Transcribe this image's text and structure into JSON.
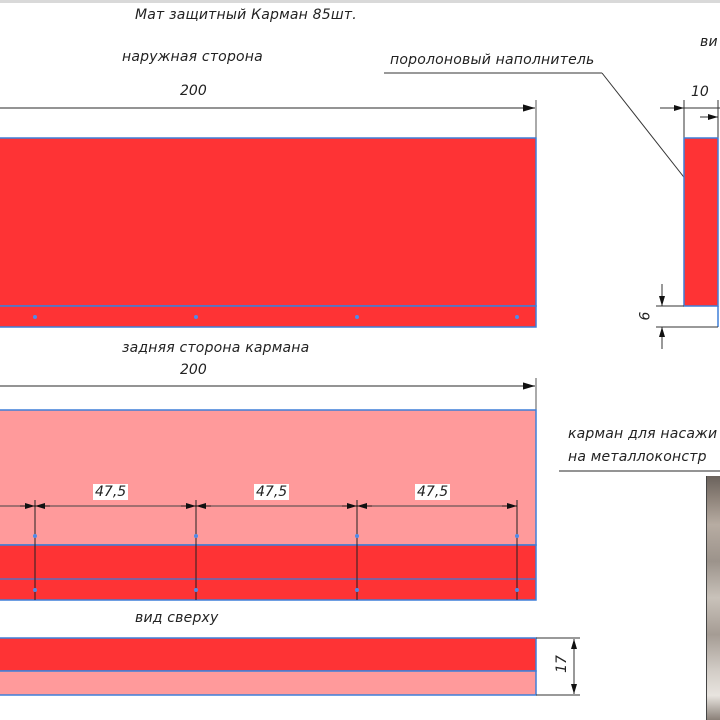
{
  "title": "Мат защитный Карман 85шт.",
  "views": {
    "front_label": "наружная сторона",
    "front_width": "200",
    "back_label": "задняя сторона кармана",
    "back_width": "200",
    "back_spacing": [
      "47,5",
      "47,5",
      "47,5"
    ],
    "top_label": "вид сверху",
    "top_thickness": "17",
    "side_label": "ви",
    "side_width": "10",
    "side_gap": "6",
    "filler_label": "поролоновый наполнитель",
    "pocket_note_line1": "карман для насажи",
    "pocket_note_line2": "на металлоконстр"
  },
  "colors": {
    "red": "#fe3335",
    "pink": "#ff9a9b",
    "outline": "#3f7fd8",
    "ink": "#222222"
  }
}
